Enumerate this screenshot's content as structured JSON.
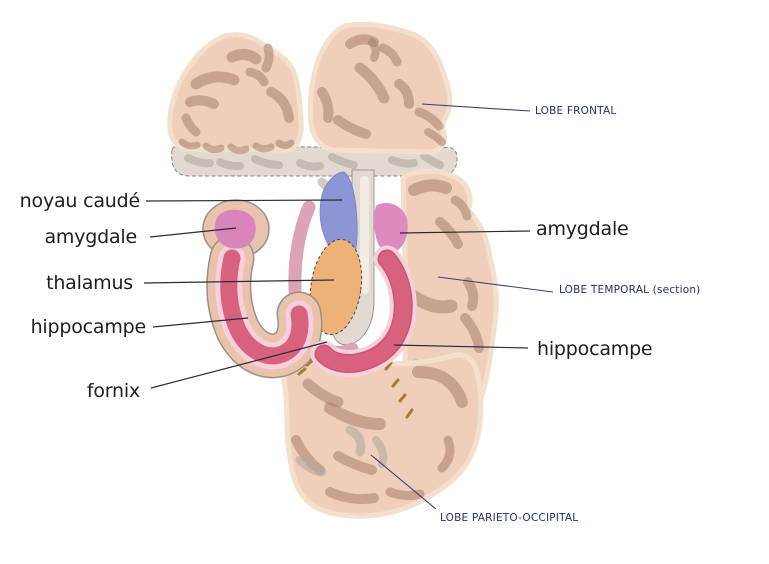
{
  "labels": {
    "noyau_caude": "noyau caudé",
    "amygdale_left": "amygdale",
    "thalamus": "thalamus",
    "hippocampe_left": "hippocampe",
    "fornix": "fornix",
    "lobe_frontal": "LOBE FRONTAL",
    "amygdale_right": "amygdale",
    "lobe_temporal": "LOBE TEMPORAL (section)",
    "hippocampe_right": "hippocampe",
    "lobe_parieto_occipital": "LOBE PARIETO-OCCIPITAL"
  },
  "colors": {
    "background": "#ffffff",
    "label_dark": "#1d1d28",
    "label_blue": "#252e6d",
    "leader_dark": "#2b2b3a",
    "leader_blue": "#3c3c74",
    "outline_dark": "#57524c",
    "cortex_beige": "#efcfb9",
    "cortex_light": "#f4dfcd",
    "gyri_brown": "#a6806c",
    "gyri_gray": "#b3a89c",
    "ventricle_gray": "#e2d9d0",
    "caudate_blue": "#8c95d6",
    "thalamus_orange": "#ecb278",
    "amygdala_pink_left": "#d985bc",
    "amygdala_pink_right": "#de8ac0",
    "hippocampus_rose": "#d8617e",
    "hippocampus_rim": "#c9566f",
    "hippocampus_halo": "#f6d0da",
    "fornix_pink": "#dca2b6",
    "dash_gold": "#a97b2e"
  }
}
